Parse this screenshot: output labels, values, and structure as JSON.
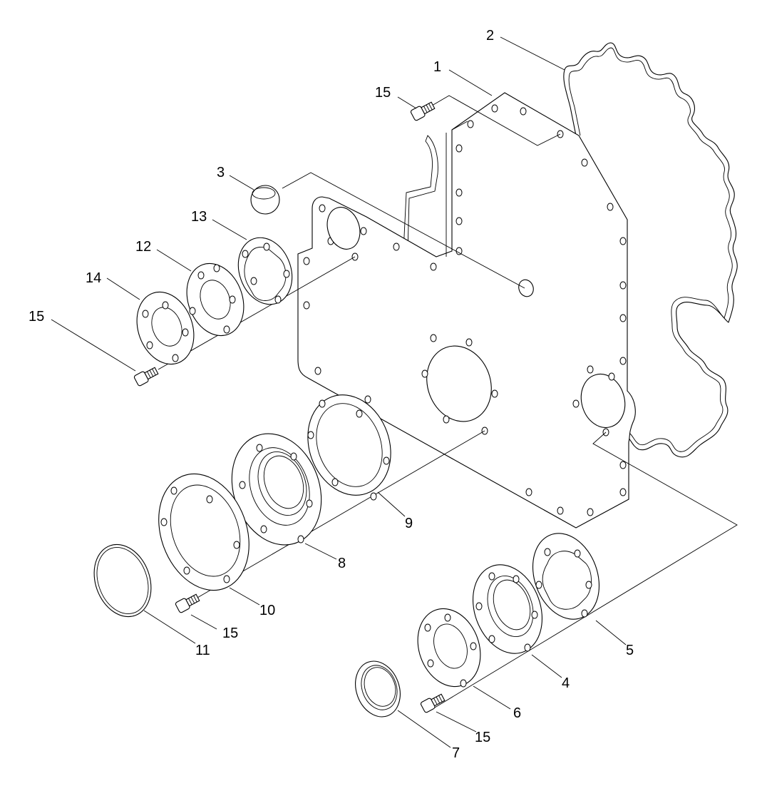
{
  "labels": {
    "cover": "1",
    "cover_gasket": "2",
    "plug": "3",
    "rear_seal_housing": "4",
    "rear_housing_gasket": "5",
    "rear_retainer_plate": "6",
    "rear_oil_seal": "7",
    "front_seal_housing": "8",
    "front_housing_gasket": "9",
    "front_retainer_plate": "10",
    "front_oil_seal_ring": "11",
    "small_cover": "12",
    "small_cover_gasket": "13",
    "small_plate": "14",
    "bolt_top": "15",
    "bolt_left": "15",
    "bolt_front": "15",
    "bolt_rear": "15"
  }
}
